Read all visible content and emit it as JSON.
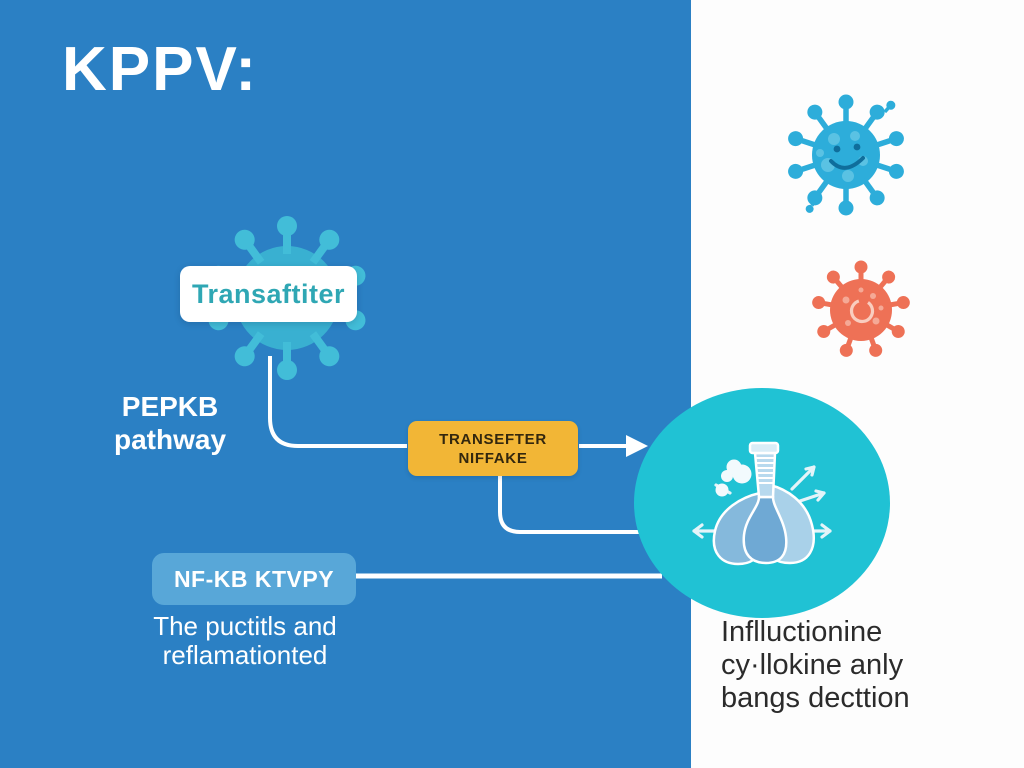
{
  "header": {
    "title": "KPPV:"
  },
  "left_panel": {
    "transmitter_box": {
      "label": "Transaftiter"
    },
    "pathway_label": {
      "line1": "PEPKB",
      "line2": "pathway"
    },
    "transfer_box": {
      "line1": "TRANSEFTER",
      "line2": "NIFFAKE"
    },
    "nfkb_box": {
      "label": "NF-KB KTVPY"
    },
    "nfkb_caption": {
      "line1": "The puctitls and",
      "line2": "reflamationted"
    }
  },
  "right_panel": {
    "caption": {
      "line1": "Inflluctionine",
      "line2": "cy·llokine anly",
      "line3": "bangs decttion"
    }
  },
  "icons": {
    "transmitter_virus": "virus-icon",
    "smiley_virus": "virus-smiley-icon",
    "red_virus": "virus-red-icon",
    "flask": "flask-icon"
  },
  "colors": {
    "background_blue": "#2b80c4",
    "panel_white": "#fdfdfd",
    "accent_teal": "#20c2d4",
    "virus_teal": "#3bb5d3",
    "virus_smiley_teal": "#2dadda",
    "virus_red": "#ee7156",
    "box_orange": "#f2b636",
    "box_light_blue": "#58a7d8",
    "transmitter_text_teal": "#2fa7b4",
    "connector_white": "#ffffff",
    "caption_dark": "#2b2b2b"
  }
}
